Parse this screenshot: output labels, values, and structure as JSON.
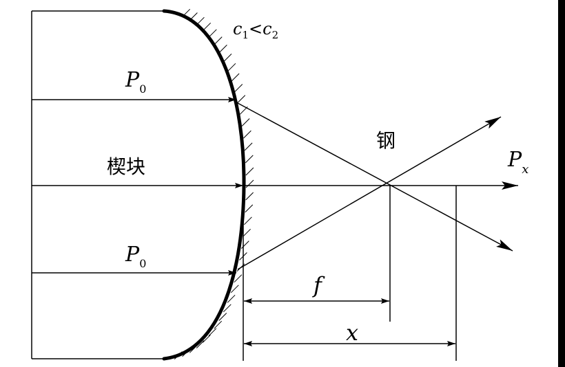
{
  "labels": {
    "speed": {
      "c": "c",
      "n1": "1",
      "lt": "<",
      "n2": "2"
    },
    "p0": {
      "p": "P",
      "sub": "0"
    },
    "wedge": "楔块",
    "steel": "钢",
    "px": {
      "p": "P",
      "sub": "x"
    },
    "f": "f",
    "x": "x"
  },
  "colors": {
    "ink": "#000000",
    "background": "#ffffff"
  }
}
